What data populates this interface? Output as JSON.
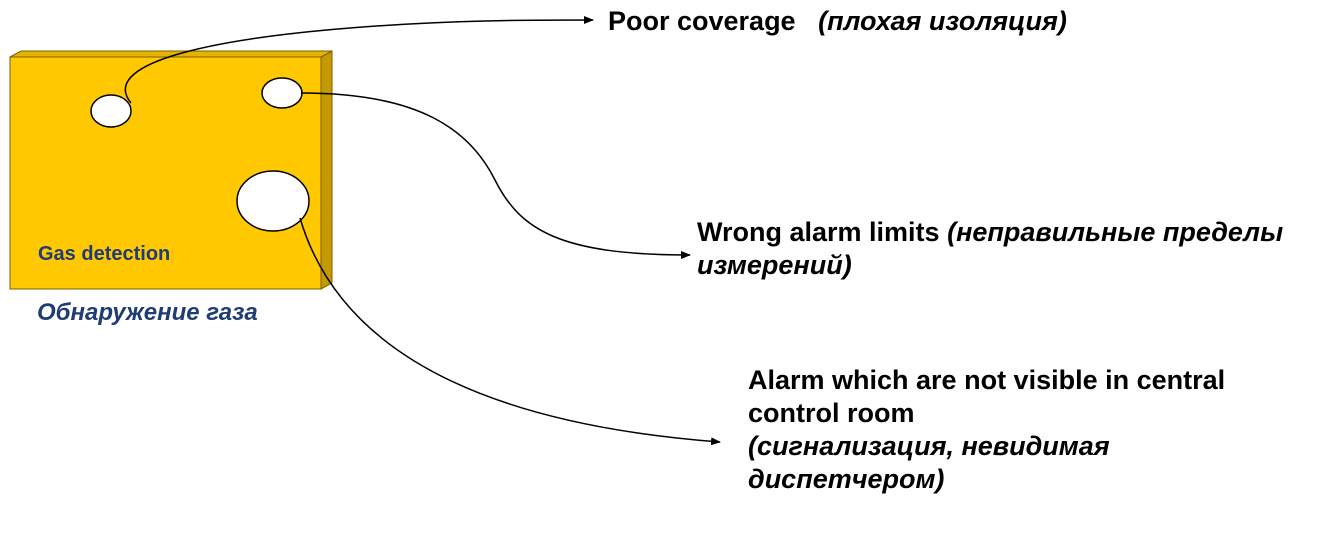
{
  "slice": {
    "label_en": "Gas detection",
    "label_ru": "Обнаружение газа"
  },
  "holes": [
    {
      "label_en": "Poor coverage",
      "label_ru": "(плохая изоляция)"
    },
    {
      "label_en": "Wrong alarm limits",
      "label_ru": "(неправильные пределы измерений)"
    },
    {
      "label_en": "Alarm which are not visible in central control room",
      "label_ru": "(сигнализация, невидимая диспетчером)"
    }
  ],
  "colors": {
    "slice_fill": "#FFC800",
    "slice_side": "#C59A00",
    "slice_label": "#1F3C74",
    "connector": "#000000"
  }
}
